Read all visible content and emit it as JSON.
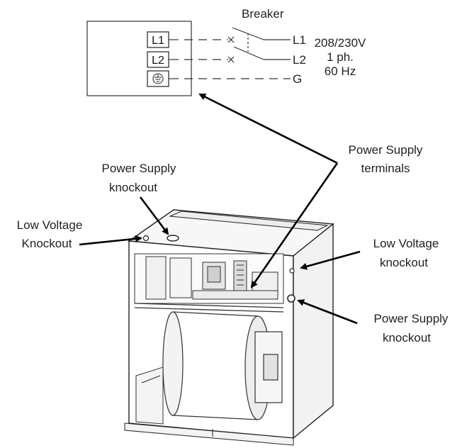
{
  "wiring": {
    "breaker_label": "Breaker",
    "terminals": {
      "l1": "L1",
      "l2": "L2"
    },
    "lines": {
      "l1": "L1",
      "l2": "L2",
      "g": "G"
    },
    "supply": {
      "voltage": "208/230V",
      "phase": "1 ph.",
      "frequency": "60 Hz"
    }
  },
  "callouts": {
    "power_supply_terminals": {
      "line1": "Power Supply",
      "line2": "terminals"
    },
    "power_supply_knockout_top": {
      "line1": "Power Supply",
      "line2": "knockout"
    },
    "low_voltage_knockout_left": {
      "line1": "Low Voltage",
      "line2": "Knockout"
    },
    "low_voltage_knockout_right": {
      "line1": "Low Voltage",
      "line2": "knockout"
    },
    "power_supply_knockout_right": {
      "line1": "Power Supply",
      "line2": "knockout"
    }
  },
  "icons": {
    "ground": "ground-symbol-icon",
    "breaker": "breaker-switch-icon"
  }
}
